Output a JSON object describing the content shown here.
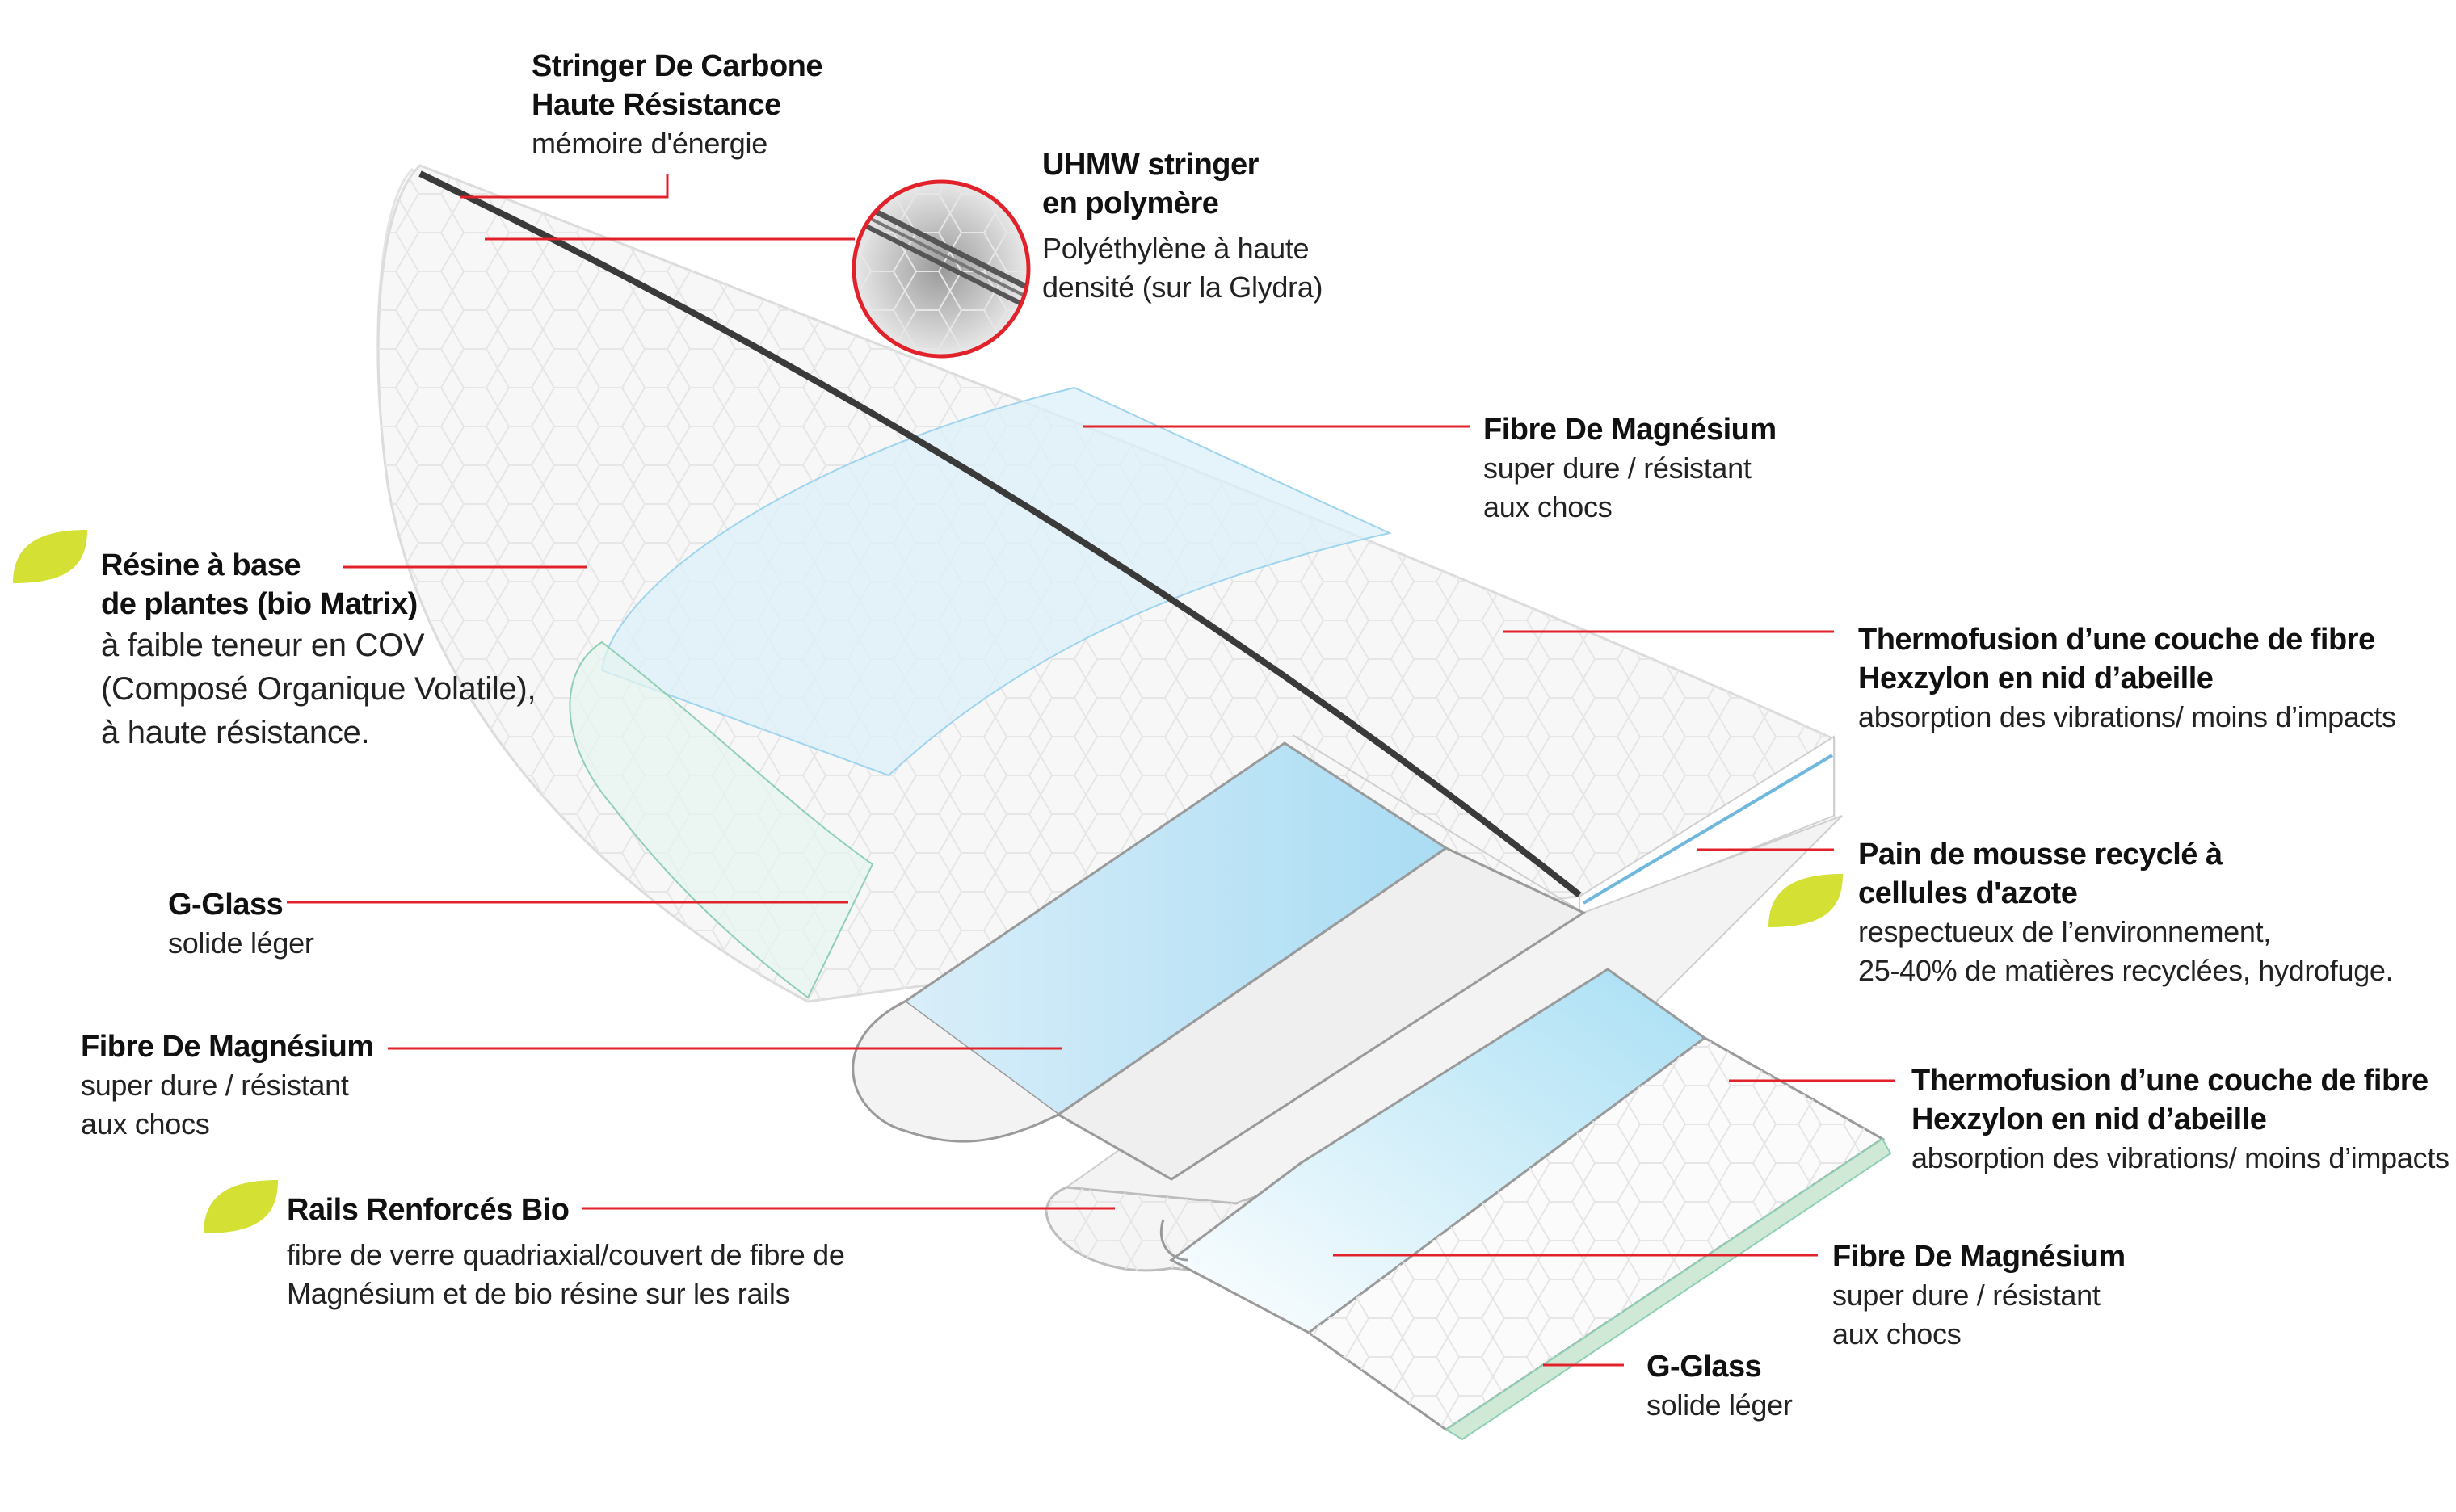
{
  "labels": {
    "carbon_stringer": {
      "title": [
        "Stringer De Carbone",
        "Haute Résistance"
      ],
      "sub": [
        "mémoire d'énergie"
      ]
    },
    "uhmw": {
      "title": [
        "UHMW stringer",
        "en polymère"
      ],
      "sub": [
        "Polyéthylène à haute",
        "densité (sur la Glydra)"
      ]
    },
    "magnesium_top": {
      "title": [
        "Fibre De Magnésium"
      ],
      "sub": [
        "super dure / résistant",
        "aux chocs"
      ]
    },
    "bio_resin": {
      "title": [
        "Résine à base",
        "de plantes (bio Matrix)"
      ],
      "sub": [
        "à faible teneur en COV",
        "(Composé Organique Volatile),",
        "à haute résistance."
      ]
    },
    "hexzylon_top": {
      "title": [
        "Thermofusion d’une couche de fibre",
        "Hexzylon en nid d’abeille"
      ],
      "sub": [
        "absorption des vibrations/ moins d’impacts"
      ]
    },
    "foam": {
      "title": [
        "Pain de mousse recyclé à",
        "cellules d'azote"
      ],
      "sub": [
        "respectueux de l’environnement,",
        "25-40% de matières recyclées, hydrofuge."
      ]
    },
    "gglass_left": {
      "title": [
        "G-Glass"
      ],
      "sub": [
        "solide léger"
      ]
    },
    "magnesium_left": {
      "title": [
        "Fibre De Magnésium"
      ],
      "sub": [
        "super dure / résistant",
        "aux chocs"
      ]
    },
    "hexzylon_bottom": {
      "title": [
        "Thermofusion d’une couche de fibre",
        "Hexzylon en nid d’abeille"
      ],
      "sub": [
        "absorption des vibrations/ moins d’impacts"
      ]
    },
    "rails": {
      "title": [
        "Rails Renforcés Bio"
      ],
      "sub": [
        "fibre de verre quadriaxial/couvert de fibre de",
        "Magnésium et de bio résine sur les rails"
      ]
    },
    "magnesium_bottom": {
      "title": [
        "Fibre De Magnésium"
      ],
      "sub": [
        "super dure / résistant",
        "aux chocs"
      ]
    },
    "gglass_bottom": {
      "title": [
        "G-Glass"
      ],
      "sub": [
        "solide léger"
      ]
    }
  },
  "colors": {
    "leader_line": "#e2222a",
    "leaf": "#d4e034",
    "carbon": "#3a3a3a",
    "magnesium": "#bfe4f6",
    "gglass": "#cfe9d6"
  },
  "icons": {
    "eco_leaf": "leaf-icon",
    "zoom": "magnifier-circle"
  }
}
